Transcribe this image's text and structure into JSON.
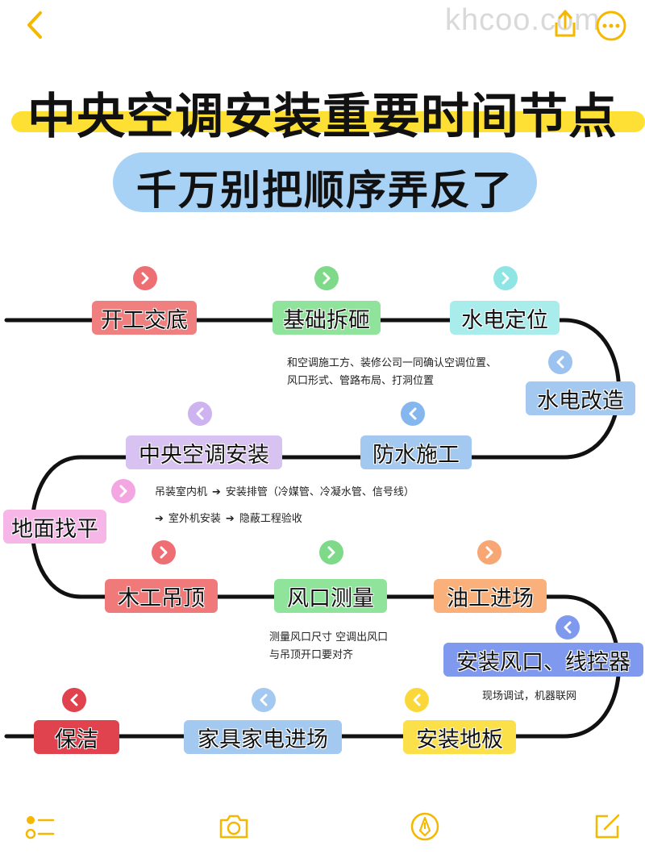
{
  "header": {
    "watermark": "khcoo.com",
    "icons": [
      "back-chevron-icon",
      "share-icon",
      "more-icon"
    ],
    "accent_color": "#f5b800"
  },
  "title": {
    "main": "中央空调安装重要时间节点",
    "sub": "千万别把顺序弄反了",
    "band_color": "#fde033",
    "pill_color": "#a8d2f5"
  },
  "steps": [
    {
      "label": "开工交底",
      "color": "#f08080",
      "marker_color": "#ee6f73",
      "marker_dir": "right"
    },
    {
      "label": "基础拆砸",
      "color": "#8fe39a",
      "marker_color": "#7ed989",
      "marker_dir": "right"
    },
    {
      "label": "水电定位",
      "color": "#a9ecec",
      "marker_color": "#8fe4e4",
      "marker_dir": "right"
    },
    {
      "label": "水电改造",
      "color": "#a3c9f0",
      "marker_color": "#9cc2ef",
      "marker_dir": "left"
    },
    {
      "label": "防水施工",
      "color": "#a3c9f0",
      "marker_color": "#86b6ee",
      "marker_dir": "left"
    },
    {
      "label": "中央空调安装",
      "color": "#d7c2f2",
      "marker_color": "#cdb4f0",
      "marker_dir": "left"
    },
    {
      "label": "地面找平",
      "color": "#f7b6e8",
      "marker_color": "#f4a6e3",
      "marker_dir": "right"
    },
    {
      "label": "木工吊顶",
      "color": "#f07a7a",
      "marker_color": "#ee6f73",
      "marker_dir": "right"
    },
    {
      "label": "风口测量",
      "color": "#8fe39a",
      "marker_color": "#7ed989",
      "marker_dir": "right"
    },
    {
      "label": "油工进场",
      "color": "#f9b07a",
      "marker_color": "#f8a674",
      "marker_dir": "right"
    },
    {
      "label": "安装风口、线控器",
      "color": "#7f99ef",
      "marker_color": "#7f99ef",
      "marker_dir": "left"
    },
    {
      "label": "安装地板",
      "color": "#fbe04a",
      "marker_color": "#fbd83a",
      "marker_dir": "left"
    },
    {
      "label": "家具家电进场",
      "color": "#a3c9f0",
      "marker_color": "#a3c9f0",
      "marker_dir": "left"
    },
    {
      "label": "保洁",
      "color": "#e0434e",
      "marker_color": "#e0434e",
      "marker_dir": "left"
    }
  ],
  "notes": {
    "location": [
      "和空调施工方、装修公司一同确认空调位置、",
      "风口形式、管路布局、打洞位置"
    ],
    "install_flow": [
      [
        "吊装室内机",
        "安装排管（冷媒管、冷凝水管、信号线）"
      ],
      [
        "室外机安装",
        "隐蔽工程验收"
      ]
    ],
    "measure": [
      "测量风口尺寸 空调出风口",
      "与吊顶开口要对齐"
    ],
    "debug": "现场调试，机器联网"
  },
  "bottom_bar": {
    "icons": [
      "checklist-icon",
      "camera-icon",
      "pen-icon",
      "compose-icon"
    ]
  }
}
